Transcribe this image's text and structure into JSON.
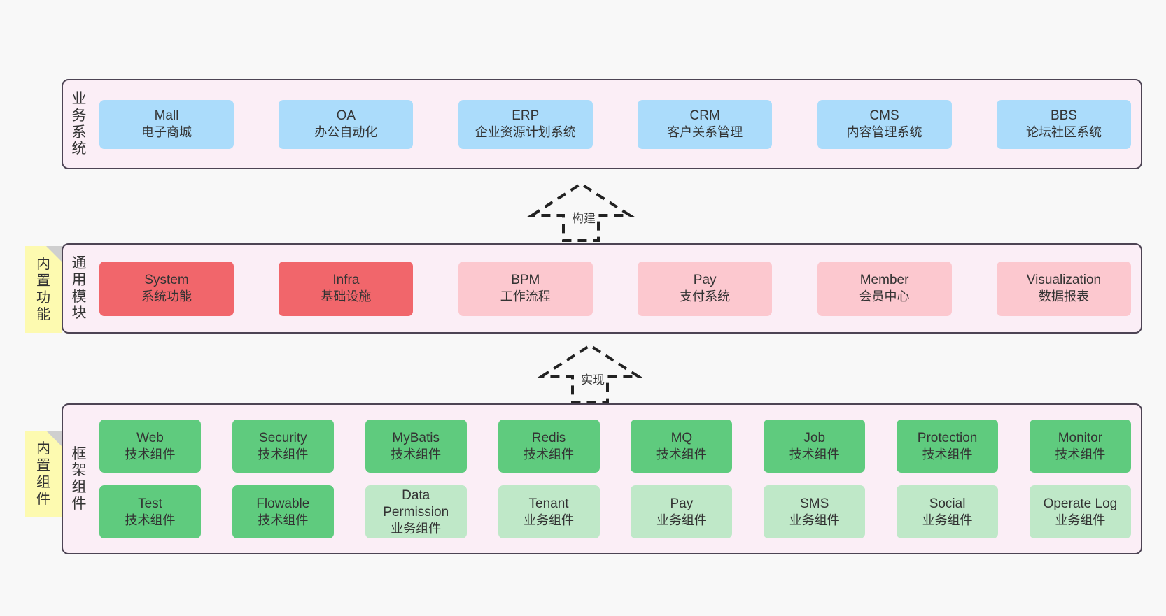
{
  "diagram": {
    "background_color": "#f8f8f8",
    "panel_fill": "#fbeef6",
    "panel_border": "#4d4454",
    "sticky_color": "#fdfab0"
  },
  "sections": {
    "business": {
      "title_chars": [
        "业",
        "务",
        "系",
        "统"
      ],
      "accent": "#abdcfb",
      "cards": [
        {
          "name": "Mall",
          "desc": "电子商城"
        },
        {
          "name": "OA",
          "desc": "办公自动化"
        },
        {
          "name": "ERP",
          "desc": "企业资源计划系统"
        },
        {
          "name": "CRM",
          "desc": "客户关系管理"
        },
        {
          "name": "CMS",
          "desc": "内容管理系统"
        },
        {
          "name": "BBS",
          "desc": "论坛社区系统"
        }
      ]
    },
    "common": {
      "title_chars": [
        "通",
        "用",
        "模",
        "块"
      ],
      "sticky_chars": [
        "内",
        "置",
        "功",
        "能"
      ],
      "accent_strong": "#f1666b",
      "accent_soft": "#fcc8cf",
      "cards": [
        {
          "name": "System",
          "desc": "系统功能",
          "tone": "strong"
        },
        {
          "name": "Infra",
          "desc": "基础设施",
          "tone": "strong"
        },
        {
          "name": "BPM",
          "desc": "工作流程",
          "tone": "soft"
        },
        {
          "name": "Pay",
          "desc": "支付系统",
          "tone": "soft"
        },
        {
          "name": "Member",
          "desc": "会员中心",
          "tone": "soft"
        },
        {
          "name": "Visualization",
          "desc": "数据报表",
          "tone": "soft"
        }
      ]
    },
    "framework": {
      "title_chars": [
        "框",
        "架",
        "组",
        "件"
      ],
      "sticky_chars": [
        "内",
        "置",
        "组",
        "件"
      ],
      "accent_tech": "#5fcb7e",
      "accent_biz": "#bfe8c8",
      "row_tech": [
        {
          "name": "Web",
          "desc": "技术组件"
        },
        {
          "name": "Security",
          "desc": "技术组件"
        },
        {
          "name": "MyBatis",
          "desc": "技术组件"
        },
        {
          "name": "Redis",
          "desc": "技术组件"
        },
        {
          "name": "MQ",
          "desc": "技术组件"
        },
        {
          "name": "Job",
          "desc": "技术组件"
        },
        {
          "name": "Protection",
          "desc": "技术组件"
        },
        {
          "name": "Monitor",
          "desc": "技术组件"
        }
      ],
      "row_biz": [
        {
          "name": "Test",
          "desc": "技术组件",
          "tone": "tech"
        },
        {
          "name": "Flowable",
          "desc": "技术组件",
          "tone": "tech"
        },
        {
          "name": "Data Permission",
          "desc": "业务组件",
          "tone": "biz"
        },
        {
          "name": "Tenant",
          "desc": "业务组件",
          "tone": "biz"
        },
        {
          "name": "Pay",
          "desc": "业务组件",
          "tone": "biz"
        },
        {
          "name": "SMS",
          "desc": "业务组件",
          "tone": "biz"
        },
        {
          "name": "Social",
          "desc": "业务组件",
          "tone": "biz"
        },
        {
          "name": "Operate Log",
          "desc": "业务组件",
          "tone": "biz"
        }
      ]
    }
  },
  "arrows": [
    {
      "id": "build",
      "label": "构建",
      "style": "dashed-hollow-up"
    },
    {
      "id": "impl",
      "label": "实现",
      "style": "dashed-hollow-up"
    }
  ]
}
